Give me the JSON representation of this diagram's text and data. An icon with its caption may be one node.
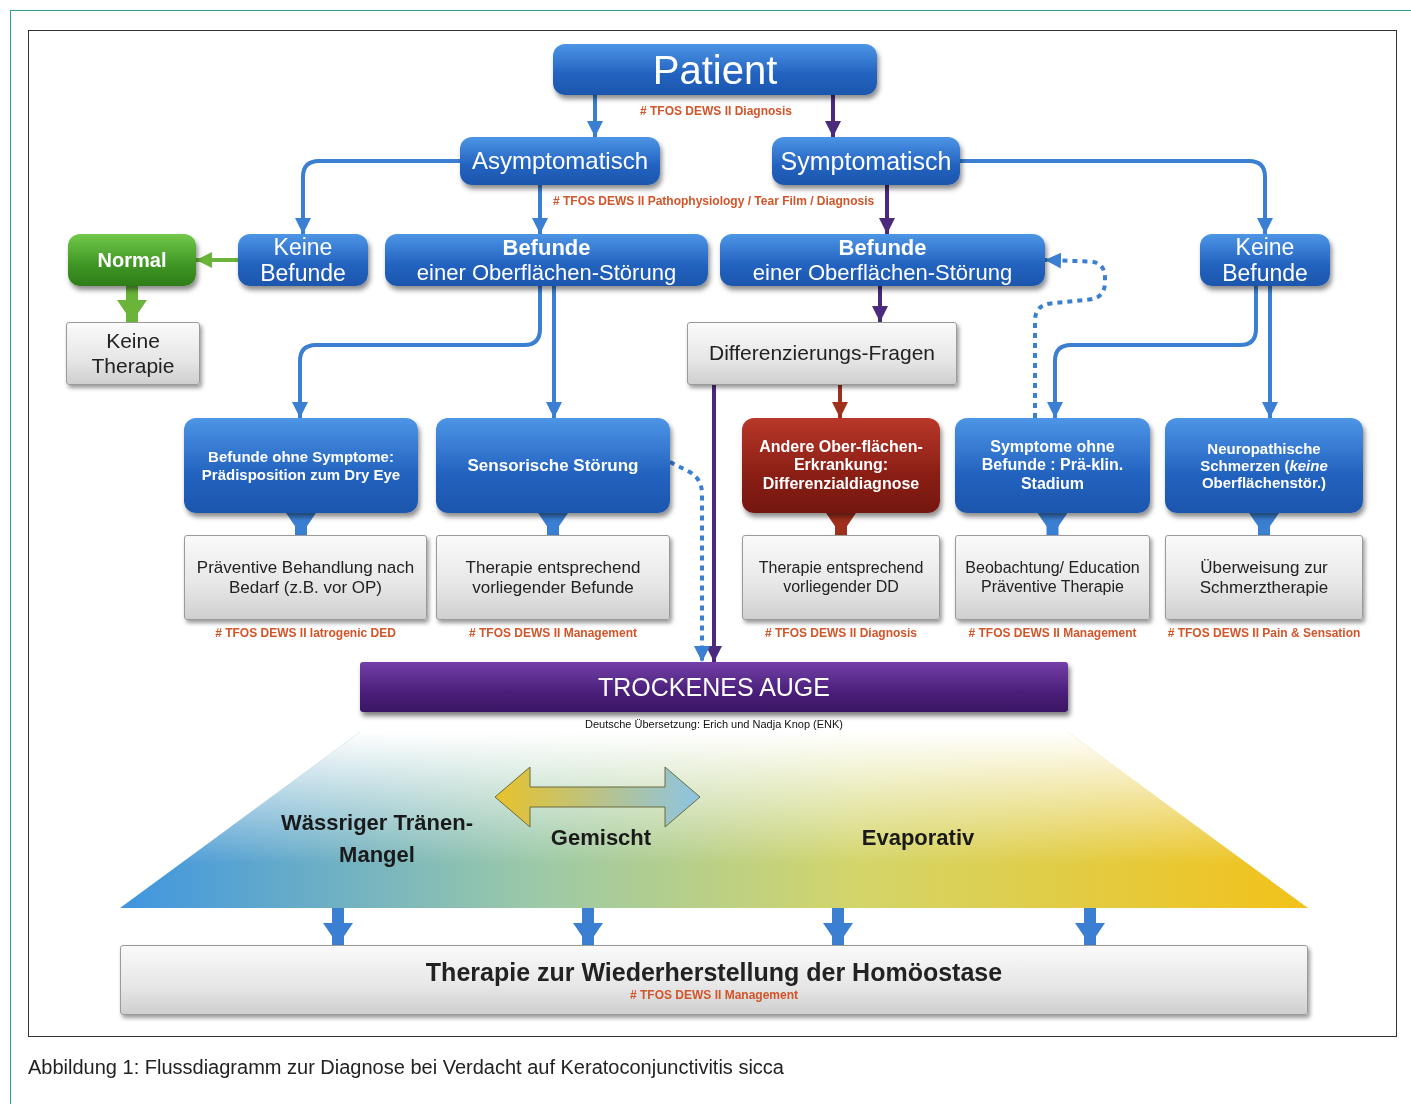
{
  "diagram": {
    "caption": "Abbildung 1: Flussdiagramm zur Diagnose bei Verdacht auf Keratoconjunctivitis sicca",
    "nodes": [
      {
        "text": [
          "Patient"
        ]
      },
      {
        "text": [
          "Asymptomatisch"
        ]
      },
      {
        "text": [
          "Symptomatisch"
        ]
      },
      {
        "text": [
          "Normal"
        ]
      },
      {
        "text": [
          "Keine Befunde"
        ]
      },
      {
        "text": [
          "Befunde",
          "einer Oberflächen-Störung"
        ]
      },
      {
        "text": [
          "Befunde",
          "einer Oberflächen-Störung"
        ]
      },
      {
        "text": [
          "Keine Befunde"
        ]
      },
      {
        "text": [
          "Keine Therapie"
        ]
      },
      {
        "text": [
          "Differenzierungs-Fragen"
        ]
      },
      {
        "text": [
          "Befunde ohne Symptome: Prädisposition zum Dry Eye"
        ]
      },
      {
        "text": [
          "Sensorische Störung"
        ]
      },
      {
        "text": [
          "Andere Ober-flächen-Erkrankung: Differenzialdiagnose"
        ]
      },
      {
        "text": [
          "Symptome ohne Befunde : Prä-klin. Stadium"
        ]
      },
      {
        "text": [
          "Neuropathische Schmerzen (*keine* Oberflächenstör.)"
        ]
      },
      {
        "text": [
          "Präventive Behandlung nach Bedarf (z.B. vor OP)"
        ],
        "beside": [
          "# TFOS DEWS II Iatrogenic DED"
        ]
      },
      {
        "text": [
          "Therapie entsprechend vorliegender Befunde"
        ],
        "beside": [
          "# TFOS DEWS II Management"
        ]
      },
      {
        "text": [
          "Therapie entsprechend vorliegender DD"
        ],
        "beside": [
          "# TFOS DEWS II Diagnosis"
        ]
      },
      {
        "text": [
          "Beobachtung/ Education Präventive Therapie"
        ],
        "beside": [
          "# TFOS DEWS II Management"
        ]
      },
      {
        "text": [
          "Überweisung zur Schmerztherapie"
        ],
        "beside": [
          "# TFOS DEWS II Pain & Sensation"
        ]
      },
      {
        "text": [
          "TROCKENES AUGE"
        ],
        "beside": [
          "Deutsche Übersetzung: Erich und Nadja Knop (ENK)"
        ]
      },
      {
        "text": [
          "Wässriger Tränen- Mangel",
          "Gemischt",
          "Evaporativ"
        ]
      },
      {
        "text": [
          "Therapie zur Wiederherstellung der Homöostase",
          "# TFOS DEWS II Management"
        ]
      }
    ],
    "edges": [
      {
        "from": 0,
        "to": 1,
        "arrow": "to"
      },
      {
        "from": 0,
        "to": 2,
        "arrow": "to",
        "color": "#4b2a7e"
      },
      {
        "from": 1,
        "to": 4,
        "arrow": "to"
      },
      {
        "from": 1,
        "to": 5,
        "arrow": "to"
      },
      {
        "from": 2,
        "to": 6,
        "arrow": "to",
        "color": "#4b2a7e"
      },
      {
        "from": 2,
        "to": 7,
        "arrow": "to"
      },
      {
        "from": 4,
        "to": 3,
        "arrow": "to",
        "color": "#6ab43a"
      },
      {
        "from": 3,
        "to": 8,
        "arrow": "to",
        "style": "thick",
        "color": "#6ab43a"
      },
      {
        "from": 5,
        "to": 10,
        "arrow": "to"
      },
      {
        "from": 5,
        "to": 11,
        "arrow": "to"
      },
      {
        "from": 6,
        "to": 9,
        "arrow": "to",
        "color": "#4b2a7e"
      },
      {
        "from": 9,
        "to": 12,
        "arrow": "to",
        "color": "#a0301e"
      },
      {
        "from": 9,
        "to": 20,
        "arrow": "to",
        "color": "#4b2a7e"
      },
      {
        "from": 11,
        "to": 20,
        "arrow": "to",
        "style": "dashed"
      },
      {
        "from": 13,
        "to": 6,
        "arrow": "to",
        "style": "dashed"
      },
      {
        "from": 7,
        "to": 13,
        "arrow": "to"
      },
      {
        "from": 7,
        "to": 14,
        "arrow": "to"
      },
      {
        "from": 10,
        "to": 15,
        "arrow": "to",
        "style": "thick"
      },
      {
        "from": 11,
        "to": 16,
        "arrow": "to",
        "style": "thick"
      },
      {
        "from": 12,
        "to": 17,
        "arrow": "to",
        "style": "thick",
        "color": "#a0301e"
      },
      {
        "from": 13,
        "to": 18,
        "arrow": "to",
        "style": "thick"
      },
      {
        "from": 14,
        "to": 19,
        "arrow": "to",
        "style": "thick"
      },
      {
        "from": 21,
        "to": 22,
        "arrow": "to",
        "style": "thick"
      },
      {
        "from": 21,
        "to": 22,
        "arrow": "to",
        "style": "thick"
      },
      {
        "from": 21,
        "to": 22,
        "arrow": "to",
        "style": "thick"
      },
      {
        "from": 21,
        "to": 22,
        "arrow": "to",
        "style": "thick"
      }
    ],
    "labels": [
      "# TFOS DEWS II Diagnosis",
      "# TFOS DEWS II Pathophysiology / Tear Film / Diagnosis"
    ]
  }
}
